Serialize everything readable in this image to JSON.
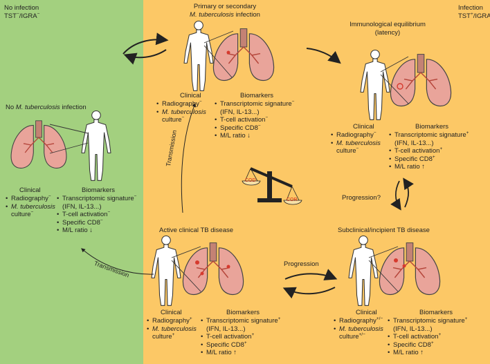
{
  "corner_left": {
    "line1": "No infection",
    "line2_base": "TST",
    "line2_sup1": "−",
    "line2_mid": "/IGRA",
    "line2_sup2": "−"
  },
  "corner_right": {
    "line1": "Infection",
    "line2_base": "TST",
    "line2_sup1": "+",
    "line2_mid": "/IGRA",
    "line2_sup2": "+"
  },
  "states": {
    "no_infection": {
      "title": "No M. tuberculosis infection",
      "clinical": {
        "heading": "Clinical",
        "radiography": "Radiography",
        "radiography_sup": "−",
        "culture_italic": "M. tuberculosis",
        "culture_text": "culture",
        "culture_sup": "−"
      },
      "biomarkers": {
        "heading": "Biomarkers",
        "transcriptomic": "Transcriptomic signature",
        "transcriptomic_sup": "−",
        "ifn": "(IFN, IL-13...)",
        "tcell": "T-cell activation",
        "tcell_sup": "−",
        "cd8": "Specific CD8",
        "cd8_sup": "−",
        "ml": "M/L ratio",
        "ml_dir": "down"
      }
    },
    "primary": {
      "title1": "Primary or secondary",
      "title2_italic": "M. tuberculosis",
      "title2_text": "infection",
      "clinical": {
        "heading": "Clinical",
        "radiography": "Radiography",
        "radiography_sup": "−",
        "culture_italic": "M. tuberculosis",
        "culture_text": "culture",
        "culture_sup": "−"
      },
      "biomarkers": {
        "heading": "Biomarkers",
        "transcriptomic": "Transcriptomic signature",
        "transcriptomic_sup": "−",
        "ifn": "(IFN, IL-13...)",
        "tcell": "T-cell activation",
        "tcell_sup": "−",
        "cd8": "Specific CD8",
        "cd8_sup": "−",
        "ml": "M/L ratio",
        "ml_dir": "down"
      }
    },
    "latency": {
      "title1": "Immunological equilibrium",
      "title2": "(latency)",
      "clinical": {
        "heading": "Clinical",
        "radiography": "Radiography",
        "radiography_sup": "−",
        "culture_italic": "M. tuberculosis",
        "culture_text": "culture",
        "culture_sup": "−"
      },
      "biomarkers": {
        "heading": "Biomarkers",
        "transcriptomic": "Transcriptomic signature",
        "transcriptomic_sup": "+",
        "ifn": "(IFN, IL-13...)",
        "tcell": "T-cell activation",
        "tcell_sup": "+",
        "cd8": "Specific CD8",
        "cd8_sup": "+",
        "ml": "M/L ratio",
        "ml_dir": "up"
      }
    },
    "active": {
      "title": "Active clinical TB disease",
      "clinical": {
        "heading": "Clinical",
        "radiography": "Radiography",
        "radiography_sup": "+",
        "culture_italic": "M. tuberculosis",
        "culture_text": "culture",
        "culture_sup": "+"
      },
      "biomarkers": {
        "heading": "Biomarkers",
        "transcriptomic": "Transcriptomic signature",
        "transcriptomic_sup": "+",
        "ifn": "(IFN, IL-13...)",
        "tcell": "T-cell activation",
        "tcell_sup": "+",
        "cd8": "Specific CD8",
        "cd8_sup": "+",
        "ml": "M/L ratio",
        "ml_dir": "up"
      }
    },
    "subclinical": {
      "title": "Subclinical/incipient TB disease",
      "clinical": {
        "heading": "Clinical",
        "radiography": "Radiography",
        "radiography_sup": "+/−",
        "culture_italic": "M. tuberculosis",
        "culture_text": "culture",
        "culture_sup": "+/−"
      },
      "biomarkers": {
        "heading": "Biomarkers",
        "transcriptomic": "Transcriptomic signature",
        "transcriptomic_sup": "+",
        "ifn": "(IFN, IL-13...)",
        "tcell": "T-cell activation",
        "tcell_sup": "+",
        "cd8": "Specific CD8",
        "cd8_sup": "+",
        "ml": "M/L ratio",
        "ml_dir": "up"
      }
    }
  },
  "arrows": {
    "transmission_up": "Transmission",
    "transmission_left": "Transmission",
    "progression": "Progression",
    "progression_q": "Progression?"
  },
  "balance": {
    "left_label": "COD",
    "right_label": "COR"
  },
  "colors": {
    "no_infection_bg": "#a3d07f",
    "infection_bg": "#fcc866",
    "lung": "#e9a49a",
    "lung_outline": "#444444",
    "lesion": "#d63a2e",
    "balance_label": "#d62c1a"
  }
}
